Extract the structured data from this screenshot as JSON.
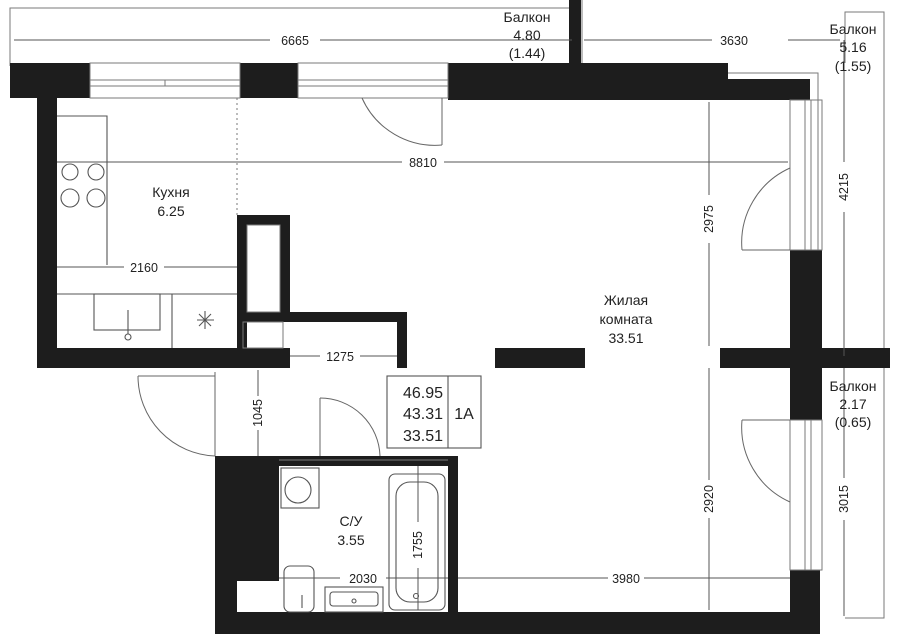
{
  "rooms": {
    "balcony_top": {
      "name": "Балкон",
      "area": "4.80",
      "area_coef": "(1.44)"
    },
    "balcony_right_top": {
      "name": "Балкон",
      "area": "5.16",
      "area_coef": "(1.55)"
    },
    "balcony_right_bottom": {
      "name": "Балкон",
      "area": "2.17",
      "area_coef": "(0.65)"
    },
    "kitchen": {
      "name": "Кухня",
      "area": "6.25"
    },
    "living": {
      "name_line1": "Жилая",
      "name_line2": "комната",
      "area": "33.51"
    },
    "bathroom": {
      "name": "С/У",
      "area": "3.55"
    }
  },
  "dimensions": {
    "d6665": "6665",
    "d3630": "3630",
    "d8810": "8810",
    "d4215": "4215",
    "d2975": "2975",
    "d2160": "2160",
    "d1275": "1275",
    "d1045": "1045",
    "d1755": "1755",
    "d2920": "2920",
    "d3015": "3015",
    "d2030": "2030",
    "d3980": "3980"
  },
  "summary": {
    "total": "46.95",
    "without_balcony": "43.31",
    "living": "33.51",
    "type": "1А"
  },
  "colors": {
    "wall": "#1d1d1d",
    "line": "#555555",
    "text": "#222222"
  }
}
